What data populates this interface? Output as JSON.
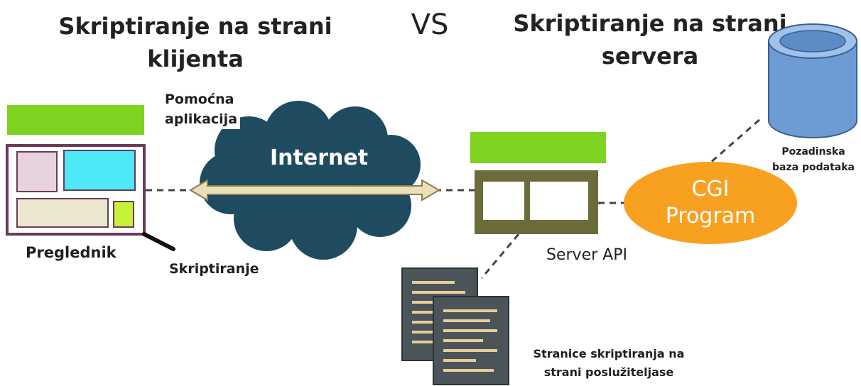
{
  "titles": {
    "client_line1": "Skriptiranje na strani",
    "client_line2": "klijenta",
    "versus": "VS",
    "server_line1": "Skriptiranje na strani",
    "server_line2": "servera"
  },
  "labels": {
    "helper_line1": "Pomoćna",
    "helper_line2": "aplikacija",
    "internet": "Internet",
    "browser": "Preglednik",
    "scripting": "Skriptiranje",
    "cgi_line1": "CGI",
    "cgi_line2": "Program",
    "server_api": "Server API",
    "database_line1": "Pozadinska",
    "database_line2": "baza podataka",
    "pages_line1": "Stranice skriptiranja na",
    "pages_line2": "strani poslužiteljase"
  },
  "colors": {
    "green_bar": "#7ed321",
    "browser_frame": "#6b3b5c",
    "cyan_pane": "#4ee8f7",
    "pink_pane": "#e6d3de",
    "beige_pane": "#ebe7cf",
    "lime_pane": "#c6f03a",
    "cloud": "#1e4b60",
    "arrow_fill": "#eadfb6",
    "server_box": "#6c6c3b",
    "cgi_oval": "#f8a020",
    "database": "#6d9cd4",
    "document": "#4b5459",
    "document_lines": "#e8cc99"
  }
}
